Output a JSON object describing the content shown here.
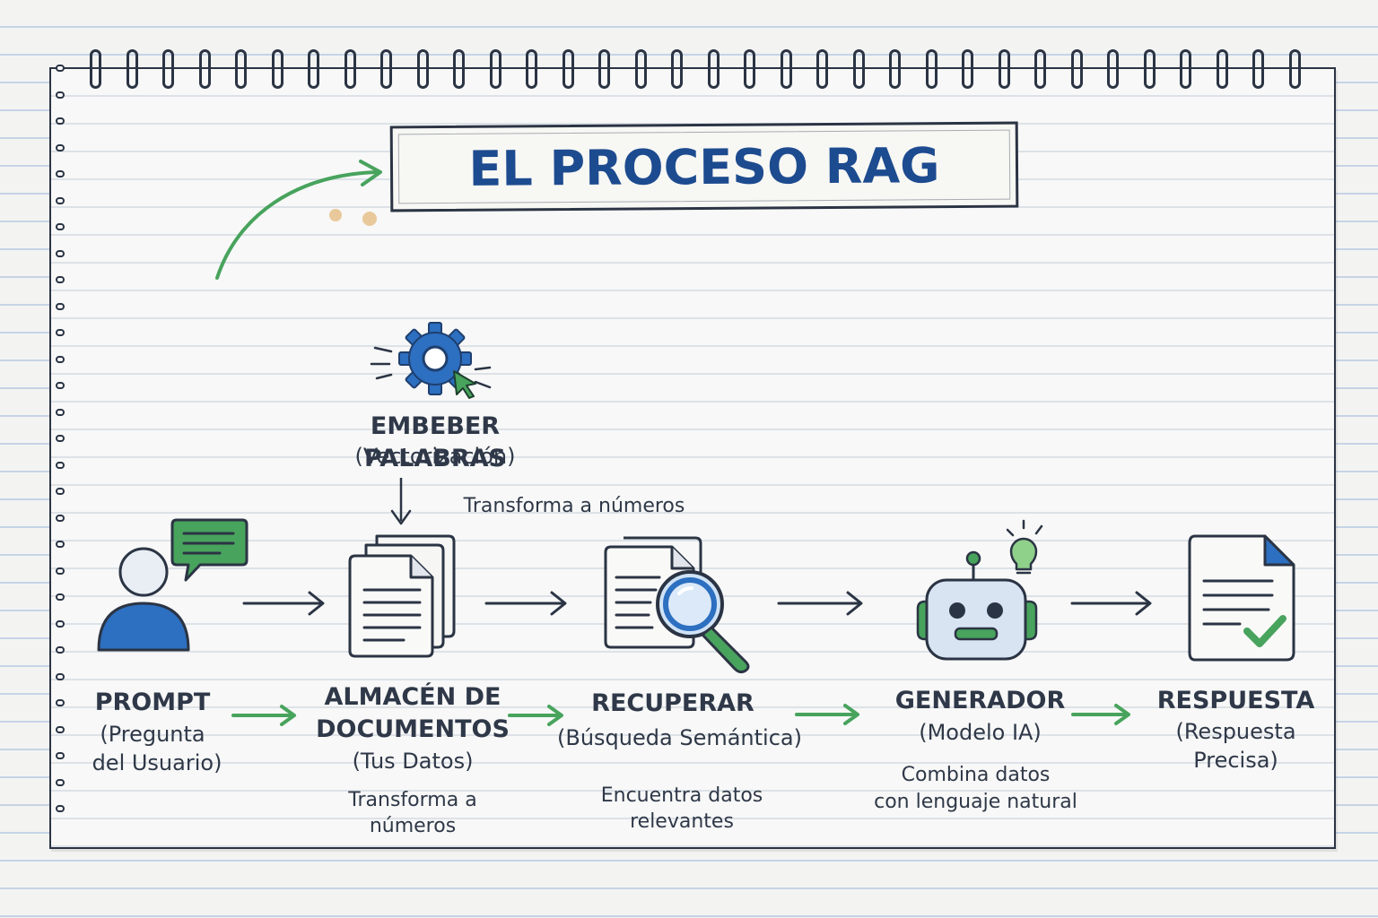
{
  "title": "EL PROCESO RAG",
  "colors": {
    "ink": "#2b3444",
    "blue": "#2d6fc0",
    "green": "#48a35d",
    "title_blue": "#1d4b8f"
  },
  "embed_step": {
    "icon": "gear-cursor-icon",
    "heading": "EMBEBER PALABRAS",
    "subtitle": "(Vectorización)",
    "note": "Transforma a números"
  },
  "steps": [
    {
      "icon": "user-chat-icon",
      "heading": "PROMPT",
      "subtitle_1": "(Pregunta",
      "subtitle_2": "del Usuario)"
    },
    {
      "icon": "documents-stack-icon",
      "heading_1": "ALMACÉN DE",
      "heading_2": "DOCUMENTOS",
      "subtitle": "(Tus Datos)",
      "note_1": "Transforma a",
      "note_2": "números"
    },
    {
      "icon": "document-search-icon",
      "heading": "RECUPERAR",
      "subtitle": "(Búsqueda Semántica)",
      "note_1": "Encuentra datos",
      "note_2": "relevantes"
    },
    {
      "icon": "robot-lightbulb-icon",
      "heading": "GENERADOR",
      "subtitle": "(Modelo IA)",
      "note_1": "Combina datos",
      "note_2": "con lenguaje natural"
    },
    {
      "icon": "document-check-icon",
      "heading": "RESPUESTA",
      "subtitle_1": "(Respuesta",
      "subtitle_2": "Precisa)"
    }
  ]
}
